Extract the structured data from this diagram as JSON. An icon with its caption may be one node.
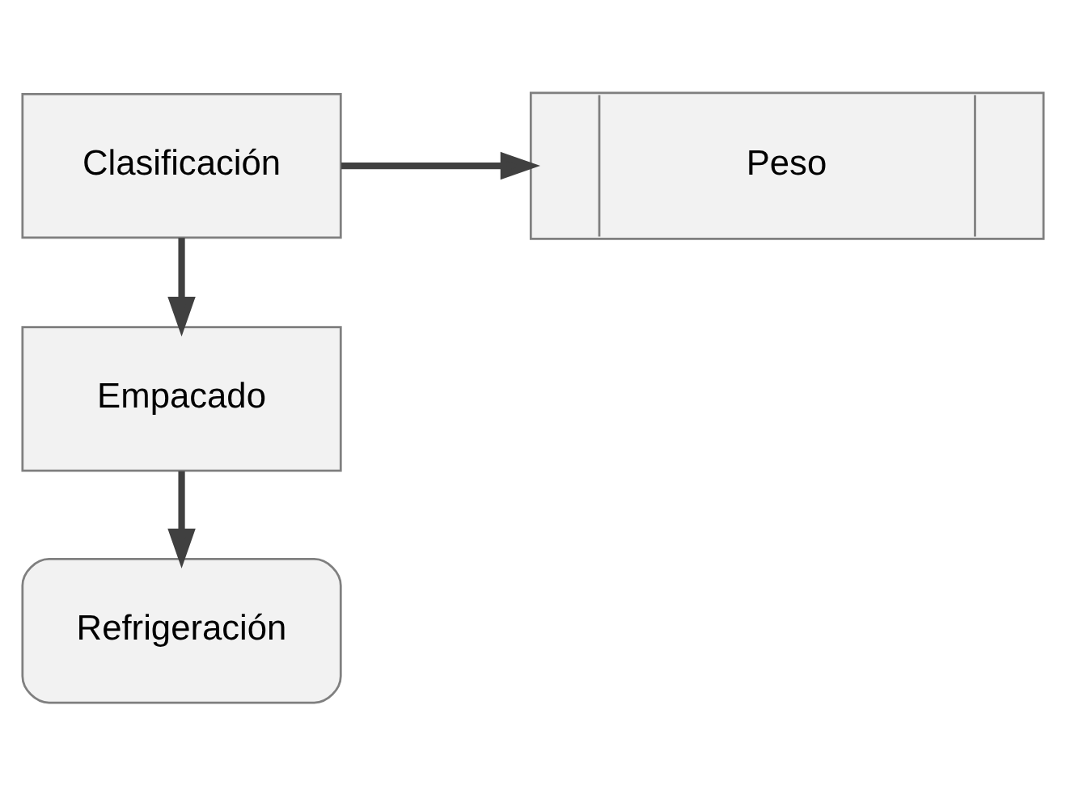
{
  "diagram": {
    "nodes": [
      {
        "text": [
          "Clasificación"
        ]
      },
      {
        "text": [
          "Peso"
        ]
      },
      {
        "text": [
          "Empacado"
        ]
      },
      {
        "text": [
          "Refrigeración"
        ]
      }
    ],
    "edges": [
      {
        "from": 0,
        "to": 1,
        "arrow": "to"
      },
      {
        "from": 0,
        "to": 2,
        "arrow": "to"
      },
      {
        "from": 2,
        "to": 3,
        "arrow": "to"
      }
    ]
  }
}
